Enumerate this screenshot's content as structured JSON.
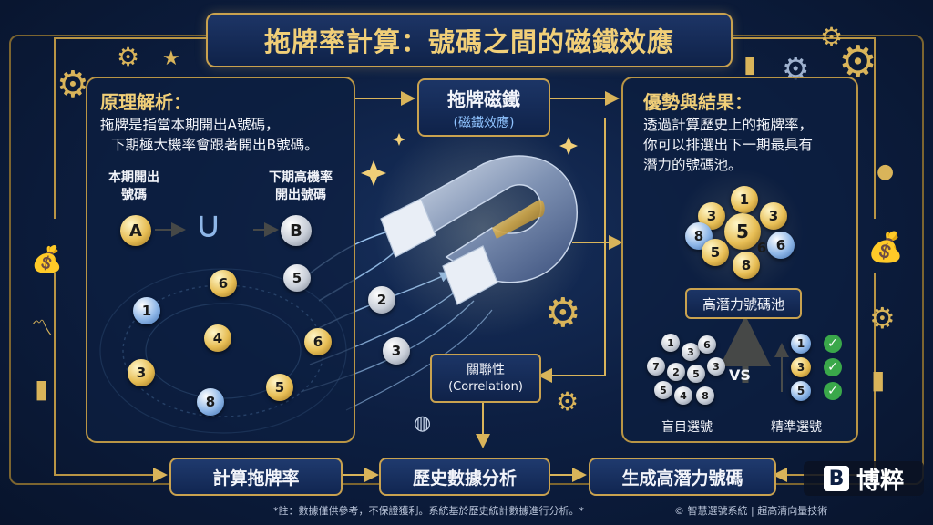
{
  "title": "拖牌率計算：號碼之間的磁鐵效應",
  "left_panel": {
    "heading": "原理解析：",
    "description_line1": "拖牌是指當本期開出A號碼，",
    "description_line2": "下期極大機率會跟著開出B號碼。",
    "current_label_line1": "本期開出",
    "current_label_line2": "號碼",
    "next_label_line1": "下期高機率",
    "next_label_line2": "開出號碼",
    "ball_a": "A",
    "ball_b": "B",
    "track_balls": [
      "6",
      "5",
      "1",
      "4",
      "6",
      "3",
      "5",
      "8"
    ]
  },
  "center": {
    "magnet_label_line1": "拖牌磁鐵",
    "magnet_label_line2": "(磁鐵效應)",
    "correlation_line1": "關聯性",
    "correlation_line2": "(Correlation)",
    "flow_balls": [
      "2",
      "3"
    ]
  },
  "right_panel": {
    "heading": "優勢與結果：",
    "description_line1": "透過計算歷史上的拖牌率，",
    "description_line2": "你可以排選出下一期最具有",
    "description_line3": "潛力的號碼池。",
    "pool_balls": [
      "1",
      "3",
      "3",
      "8",
      "5",
      "6",
      "5",
      "8",
      "6"
    ],
    "pool_label": "高潛力號碼池",
    "random_balls": [
      "1",
      "3",
      "6",
      "7",
      "2",
      "5",
      "3",
      "5",
      "4",
      "8"
    ],
    "vs": "VS",
    "precise_balls": [
      "1",
      "3",
      "5"
    ],
    "blind_label": "盲目選號",
    "precise_label": "精準選號"
  },
  "bottom": {
    "step1": "計算拖牌率",
    "step2": "歷史數據分析",
    "step3": "生成高潛力號碼",
    "footnote": "*註：數據僅供參考，不保證獲利。系統基於歷史統計數據進行分析。*",
    "credit": "© 智慧選號系統 | 超高清向量技術",
    "brand": "博粹",
    "brand_letter": "B"
  },
  "colors": {
    "gold": "#e6c36a",
    "background": "#0d1f42",
    "accent_blue": "#4ea6ff"
  }
}
